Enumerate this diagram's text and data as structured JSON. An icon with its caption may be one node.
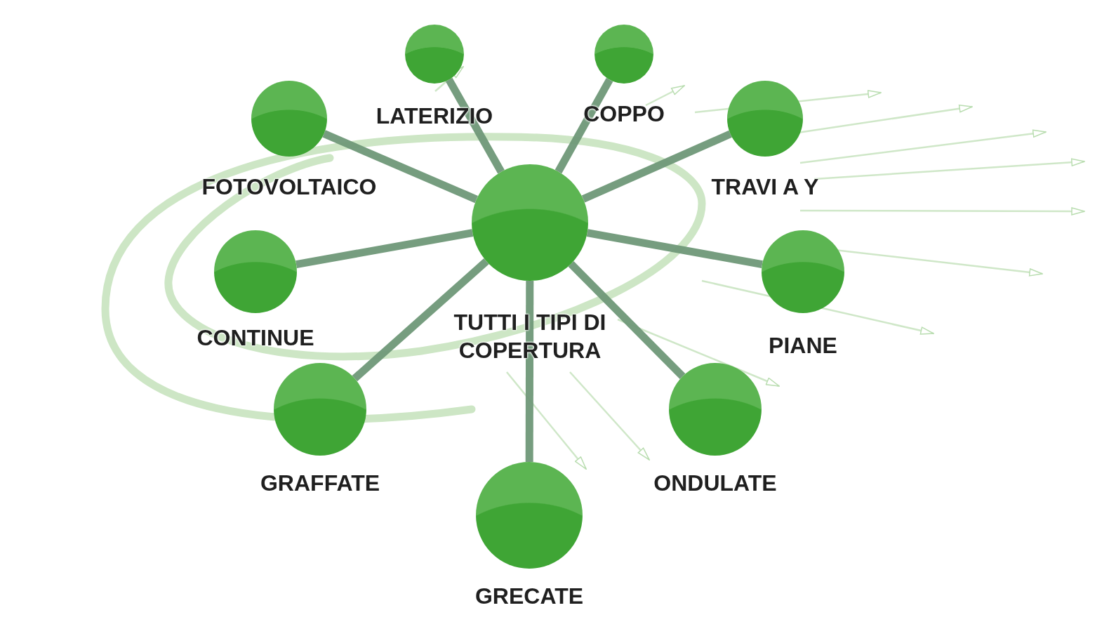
{
  "diagram": {
    "nodes": [
      {
        "text": [
          "TUTTI I TIPI DI COPERTURA"
        ]
      },
      {
        "text": [
          "LATERIZIO"
        ]
      },
      {
        "text": [
          "COPPO"
        ]
      },
      {
        "text": [
          "FOTOVOLTAICO"
        ]
      },
      {
        "text": [
          "TRAVI A Y"
        ]
      },
      {
        "text": [
          "CONTINUE"
        ]
      },
      {
        "text": [
          "PIANE"
        ]
      },
      {
        "text": [
          "GRAFFATE"
        ]
      },
      {
        "text": [
          "ONDULATE"
        ]
      },
      {
        "text": [
          "GRECATE"
        ]
      }
    ],
    "edges": [
      {
        "from": 0,
        "to": 1,
        "arrow": "none"
      },
      {
        "from": 0,
        "to": 2,
        "arrow": "none"
      },
      {
        "from": 0,
        "to": 3,
        "arrow": "none"
      },
      {
        "from": 0,
        "to": 4,
        "arrow": "none"
      },
      {
        "from": 0,
        "to": 5,
        "arrow": "none"
      },
      {
        "from": 0,
        "to": 6,
        "arrow": "none"
      },
      {
        "from": 0,
        "to": 7,
        "arrow": "none"
      },
      {
        "from": 0,
        "to": 8,
        "arrow": "none"
      },
      {
        "from": 0,
        "to": 9,
        "arrow": "none"
      }
    ]
  }
}
